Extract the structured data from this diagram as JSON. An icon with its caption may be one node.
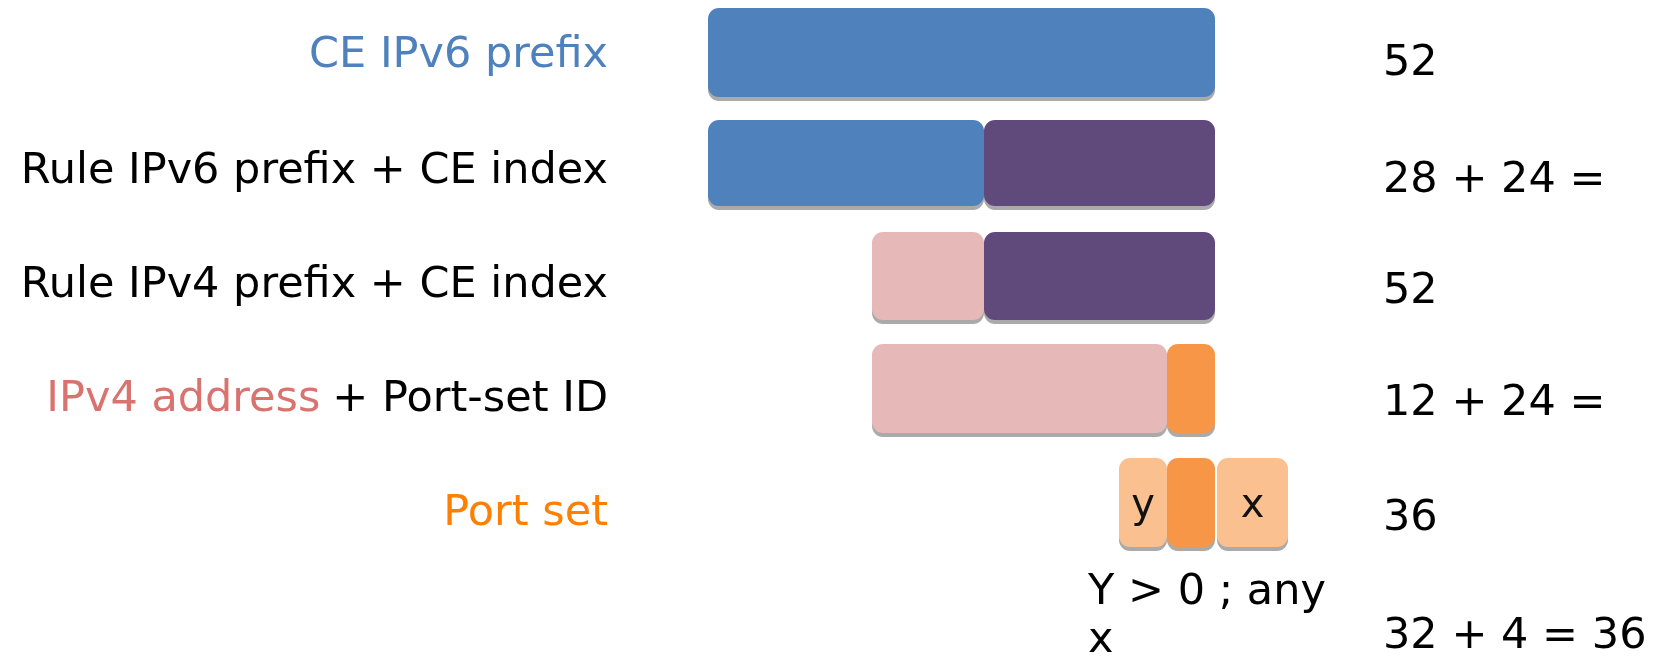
{
  "diagram": {
    "nodes": [
      {
        "text": [],
        "shape": "bar"
      },
      {
        "text": [],
        "shape": "bar"
      },
      {
        "text": [],
        "shape": "bar"
      },
      {
        "text": [],
        "shape": "bar"
      },
      {
        "text": [],
        "shape": "bar"
      },
      {
        "text": [],
        "shape": "bar"
      },
      {
        "text": [],
        "shape": "bar"
      },
      {
        "text": [
          "y"
        ]
      },
      {
        "text": [],
        "shape": "bar"
      },
      {
        "text": [
          "x"
        ]
      }
    ],
    "labels": [
      "CE IPv6 prefix",
      "52",
      "Rule IPv6 prefix + CE index",
      "28 + 24 =",
      "Rule IPv4 prefix + CE index",
      "52",
      "IPv4 address",
      "+ Port-set ID",
      "12 + 24 =",
      "Port set",
      "36",
      "Y > 0 ; any x",
      "32 + 4 = 36"
    ]
  }
}
